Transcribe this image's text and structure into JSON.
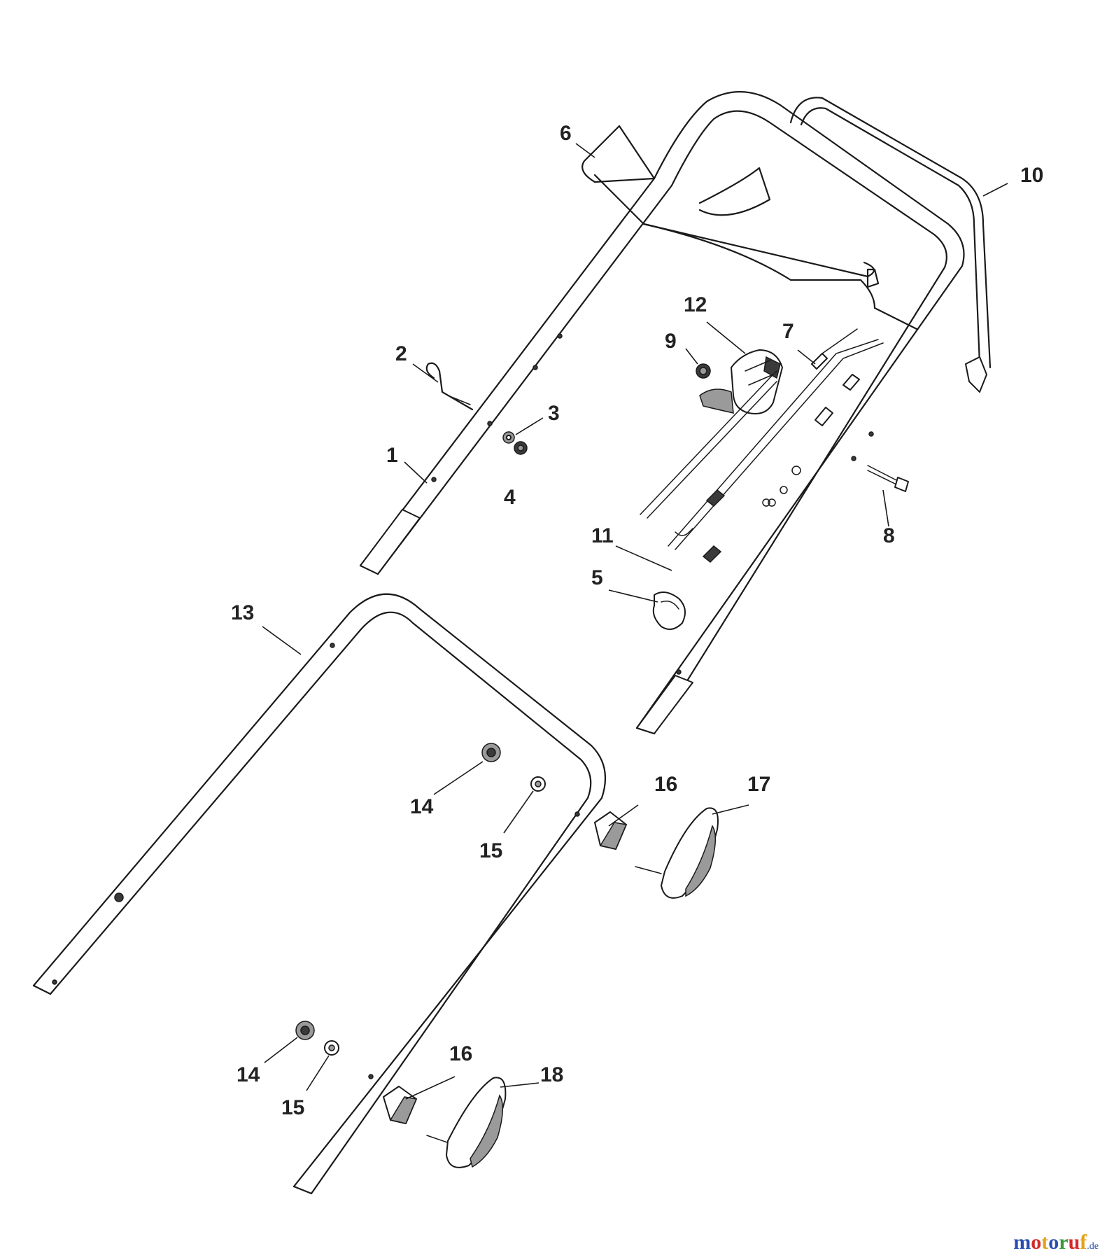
{
  "watermark": {
    "text": "motoruf",
    "suffix": ".de",
    "colors": [
      "#2a4db0",
      "#d22b2b",
      "#e3a21a",
      "#2a4db0",
      "#3a9a3a",
      "#d22b2b",
      "#e3a21a"
    ]
  },
  "callouts": [
    {
      "id": "1",
      "label": "1"
    },
    {
      "id": "2",
      "label": "2"
    },
    {
      "id": "3",
      "label": "3"
    },
    {
      "id": "4",
      "label": "4"
    },
    {
      "id": "5",
      "label": "5"
    },
    {
      "id": "6",
      "label": "6"
    },
    {
      "id": "7",
      "label": "7"
    },
    {
      "id": "8",
      "label": "8"
    },
    {
      "id": "9",
      "label": "9"
    },
    {
      "id": "10",
      "label": "10"
    },
    {
      "id": "11",
      "label": "11"
    },
    {
      "id": "12",
      "label": "12"
    },
    {
      "id": "13",
      "label": "13"
    },
    {
      "id": "14a",
      "label": "14"
    },
    {
      "id": "15a",
      "label": "15"
    },
    {
      "id": "16a",
      "label": "16"
    },
    {
      "id": "17",
      "label": "17"
    },
    {
      "id": "14b",
      "label": "14"
    },
    {
      "id": "15b",
      "label": "15"
    },
    {
      "id": "16b",
      "label": "16"
    },
    {
      "id": "18",
      "label": "18"
    }
  ]
}
